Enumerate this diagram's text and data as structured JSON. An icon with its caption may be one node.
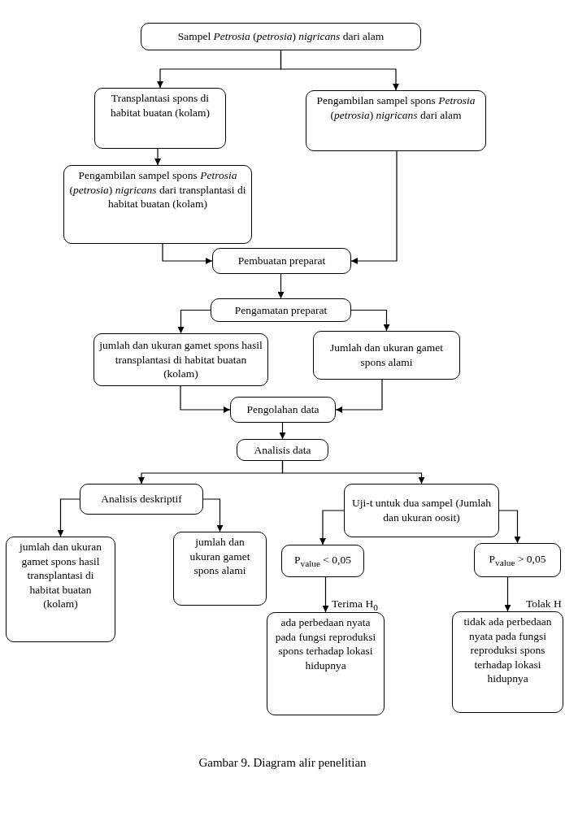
{
  "diagram": {
    "caption": "Gambar 9. Diagram alir penelitian",
    "nodes": [
      {
        "text": [
          "Sampel *Petrosia* (*petrosia*) *nigricans* dari alam"
        ]
      },
      {
        "text": [
          "Transplantasi spons di habitat buatan (kolam)"
        ]
      },
      {
        "text": [
          "Pengambilan sampel spons *Petrosia* (*petrosia*) *nigricans* dari alam"
        ]
      },
      {
        "text": [
          "Pengambilan sampel spons *Petrosia* (*petrosia*) *nigricans* dari transplantasi di habitat buatan (kolam)"
        ]
      },
      {
        "text": [
          "Pembuatan preparat"
        ]
      },
      {
        "text": [
          "Pengamatan preparat"
        ]
      },
      {
        "text": [
          "jumlah dan ukuran gamet spons hasil transplantasi di habitat buatan (kolam)"
        ]
      },
      {
        "text": [
          "Jumlah dan ukuran gamet spons alami"
        ]
      },
      {
        "text": [
          "Pengolahan data"
        ]
      },
      {
        "text": [
          "Analisis data"
        ]
      },
      {
        "text": [
          "Analisis deskriptif"
        ]
      },
      {
        "text": [
          "Uji-t untuk dua sampel (Jumlah dan ukuran oosit)"
        ]
      },
      {
        "text": [
          "jumlah dan ukuran gamet spons hasil transplantasi di habitat buatan (kolam)"
        ]
      },
      {
        "text": [
          "jumlah dan ukuran gamet spons alami"
        ]
      },
      {
        "text": [
          "P$_{value}$ < 0,05"
        ]
      },
      {
        "text": [
          "P$_{value}$ > 0,05"
        ]
      },
      {
        "text": [
          "ada perbedaan nyata pada fungsi reproduksi spons terhadap lokasi hidupnya"
        ]
      },
      {
        "text": [
          "tidak ada perbedaan nyata pada fungsi reproduksi spons terhadap lokasi hidupnya"
        ]
      }
    ],
    "edges": [
      {
        "from": 0,
        "to": 1,
        "arrow": "to"
      },
      {
        "from": 0,
        "to": 2,
        "arrow": "to"
      },
      {
        "from": 1,
        "to": 3,
        "arrow": "to"
      },
      {
        "from": 3,
        "to": 4,
        "arrow": "to"
      },
      {
        "from": 2,
        "to": 4,
        "arrow": "to"
      },
      {
        "from": 4,
        "to": 5,
        "arrow": "to"
      },
      {
        "from": 5,
        "to": 6,
        "arrow": "to"
      },
      {
        "from": 5,
        "to": 7,
        "arrow": "to"
      },
      {
        "from": 6,
        "to": 8,
        "arrow": "to"
      },
      {
        "from": 7,
        "to": 8,
        "arrow": "to"
      },
      {
        "from": 8,
        "to": 9,
        "arrow": "to"
      },
      {
        "from": 9,
        "to": 10,
        "arrow": "to"
      },
      {
        "from": 9,
        "to": 11,
        "arrow": "to"
      },
      {
        "from": 10,
        "to": 12,
        "arrow": "to"
      },
      {
        "from": 10,
        "to": 13,
        "arrow": "to"
      },
      {
        "from": 11,
        "to": 14,
        "arrow": "to"
      },
      {
        "from": 11,
        "to": 15,
        "arrow": "to"
      },
      {
        "from": 14,
        "to": 16,
        "arrow": "to",
        "label": "Terima H$_{0}$"
      },
      {
        "from": 15,
        "to": 17,
        "arrow": "to",
        "label": "Tolak H"
      }
    ]
  }
}
